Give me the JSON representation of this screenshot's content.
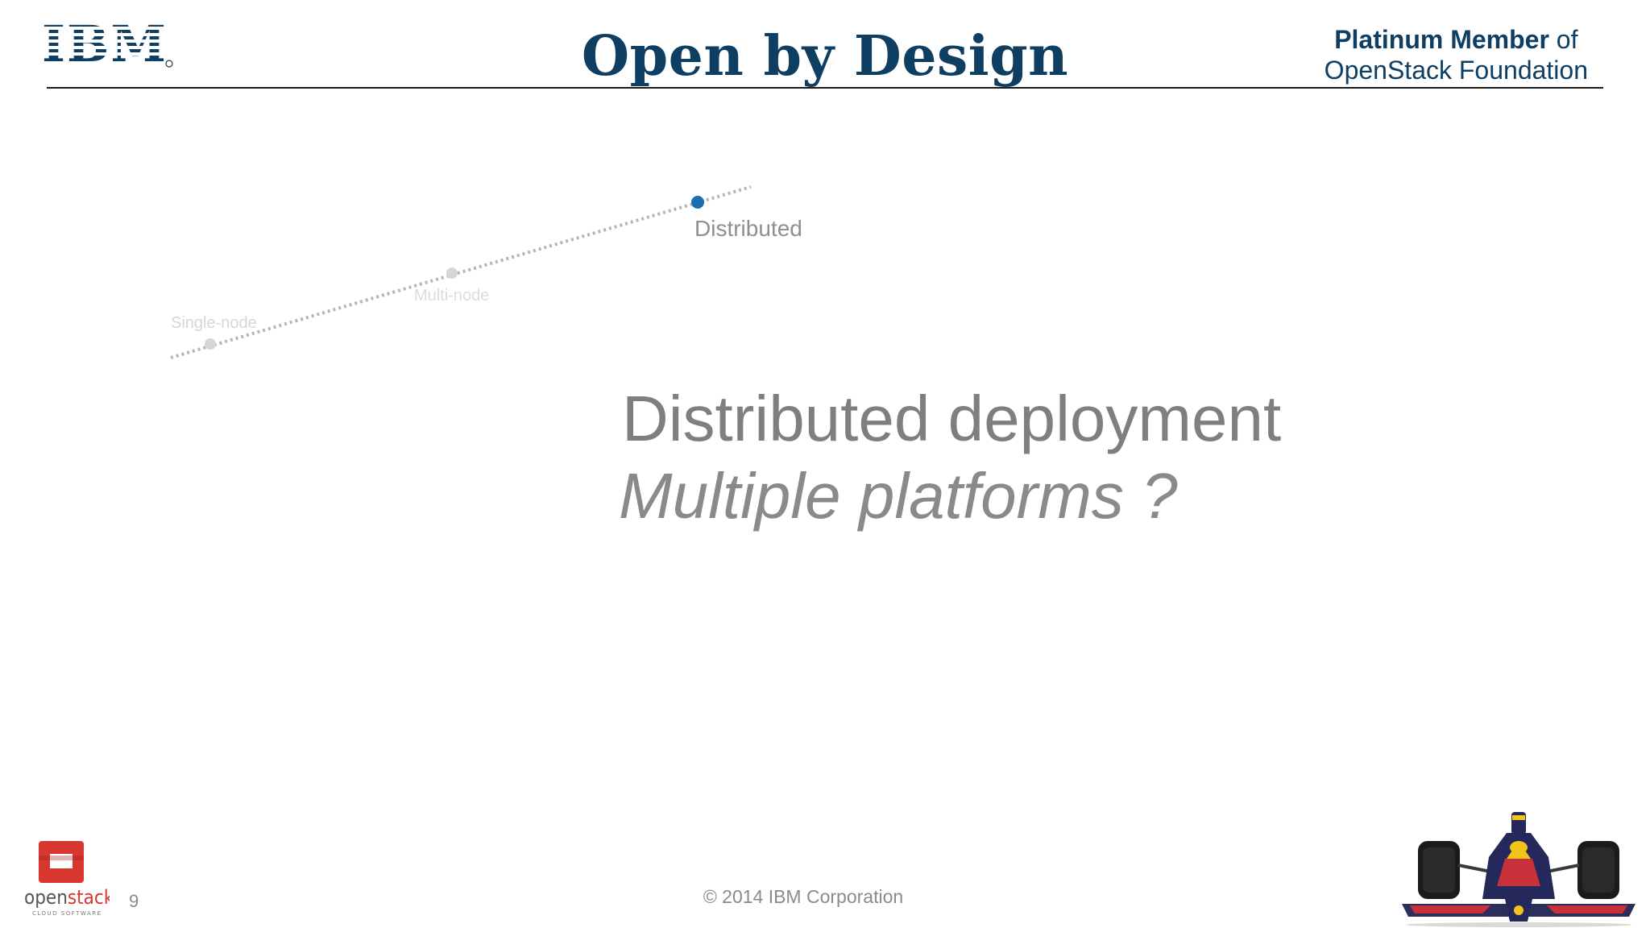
{
  "header": {
    "logo_text": "IBM",
    "title": "Open by Design",
    "membership_bold": "Platinum Member",
    "membership_of": " of",
    "membership_org": "OpenStack Foundation"
  },
  "timeline": {
    "stages": [
      {
        "label": "Single-node"
      },
      {
        "label": "Multi-node"
      },
      {
        "label": "Distributed"
      }
    ],
    "active_stage": "Distributed",
    "active_color": "#1a6fb0",
    "inactive_color": "#d0d0d0"
  },
  "main": {
    "headline": "Distributed deployment",
    "subhead": "Multiple platforms ?"
  },
  "footer": {
    "logo_word_open": "open",
    "logo_word_stack": "stack",
    "logo_tagline": "CLOUD SOFTWARE",
    "page_number": "9",
    "copyright": "© 2014 IBM Corporation"
  },
  "colors": {
    "brand_blue": "#0f3e63",
    "openstack_red": "#d7372f"
  }
}
